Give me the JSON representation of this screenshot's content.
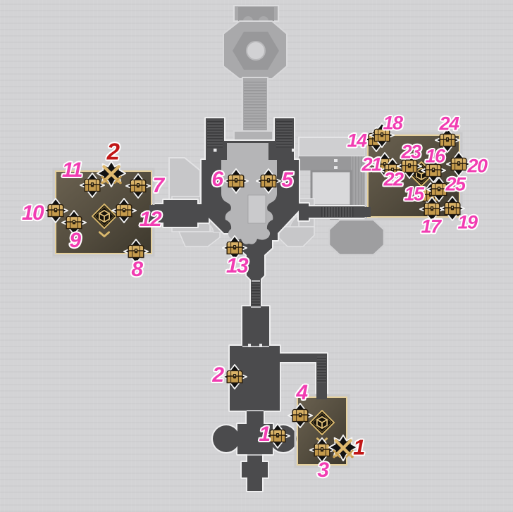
{
  "title": "Dungeon map with collectible markers",
  "colors": {
    "background": "#d3d3d5",
    "corridor_dark": "#4b4b4d",
    "corridor_outline": "#eeeeef",
    "upper_floor": "#a9a9ab",
    "room_interior_dark": "#4a4336",
    "room_border_tan": "#e4cf9b",
    "room_border_gray": "#c9c9cb",
    "chest_gold": "#d9b267",
    "chest_label_pink": "#f13db2",
    "battle_label_red": "#c11616",
    "marker_outline_white": "#f5f5f5"
  },
  "legend": {
    "chest_icon": "treasure-chest",
    "battle_icon": "crossed-swords",
    "puzzle_icon": "cube-in-diamond"
  },
  "markers": {
    "chests": [
      {
        "n": "1",
        "icon": [
          394,
          619
        ],
        "label": [
          375,
          617
        ],
        "size": 30
      },
      {
        "n": "2",
        "icon": [
          333,
          535
        ],
        "label": [
          309,
          533
        ],
        "size": 30
      },
      {
        "n": "3",
        "icon": [
          457,
          639
        ],
        "label": [
          458,
          668
        ],
        "size": 30
      },
      {
        "n": "4",
        "icon": [
          426,
          590
        ],
        "label": [
          428,
          558
        ],
        "size": 30
      },
      {
        "n": "5",
        "icon": [
          381,
          257
        ],
        "label": [
          407,
          256
        ],
        "size": 30
      },
      {
        "n": "6",
        "icon": [
          335,
          257
        ],
        "label": [
          308,
          255
        ],
        "size": 30
      },
      {
        "n": "7",
        "icon": [
          196,
          264
        ],
        "label": [
          224,
          264
        ],
        "size": 30
      },
      {
        "n": "8",
        "icon": [
          193,
          357
        ],
        "label": [
          194,
          383
        ],
        "size": 30
      },
      {
        "n": "9",
        "icon": [
          105,
          316
        ],
        "label": [
          106,
          342
        ],
        "size": 30
      },
      {
        "n": "10",
        "icon": [
          79,
          299
        ],
        "label": [
          46,
          303
        ],
        "size": 30
      },
      {
        "n": "11",
        "icon": [
          131,
          263
        ],
        "label": [
          102,
          242
        ],
        "size": 30
      },
      {
        "n": "12",
        "icon": [
          176,
          299
        ],
        "label": [
          213,
          312
        ],
        "size": 30
      },
      {
        "n": "13",
        "icon": [
          333,
          352
        ],
        "label": [
          336,
          378
        ],
        "size": 30
      },
      {
        "n": "14",
        "icon": [
          534,
          198
        ],
        "label": [
          506,
          200
        ],
        "size": 27
      },
      {
        "n": "15",
        "icon": [
          611,
          277
        ],
        "label": [
          587,
          276
        ],
        "size": 27
      },
      {
        "n": "16",
        "icon": [
          615,
          242
        ],
        "label": [
          617,
          222
        ],
        "size": 27
      },
      {
        "n": "17",
        "icon": [
          613,
          297
        ],
        "label": [
          611,
          322
        ],
        "size": 27
      },
      {
        "n": "18",
        "icon": [
          542,
          192
        ],
        "label": [
          557,
          175
        ],
        "size": 27
      },
      {
        "n": "19",
        "icon": [
          642,
          296
        ],
        "label": [
          663,
          316
        ],
        "size": 27
      },
      {
        "n": "20",
        "icon": [
          651,
          233
        ],
        "label": [
          677,
          236
        ],
        "size": 27
      },
      {
        "n": "21",
        "icon": [
          546,
          234
        ],
        "label": [
          527,
          234
        ],
        "size": 27
      },
      {
        "n": "22",
        "icon": [
          557,
          242
        ],
        "label": [
          558,
          255
        ],
        "size": 27
      },
      {
        "n": "23",
        "icon": [
          581,
          236
        ],
        "label": [
          583,
          216
        ],
        "size": 27
      },
      {
        "n": "24",
        "icon": [
          635,
          199
        ],
        "label": [
          637,
          176
        ],
        "size": 27
      },
      {
        "n": "25",
        "icon": [
          623,
          269
        ],
        "label": [
          646,
          262
        ],
        "size": 27
      }
    ],
    "battles": [
      {
        "n": "1",
        "icon": [
          487,
          636
        ],
        "label": [
          509,
          635
        ],
        "size": 31
      },
      {
        "n": "2",
        "icon": [
          158,
          247
        ],
        "label": [
          160,
          215
        ],
        "size": 33
      }
    ],
    "puzzles": [
      {
        "icon": [
          148,
          307
        ]
      },
      {
        "icon": [
          598,
          247
        ]
      },
      {
        "icon": [
          457,
          600
        ]
      }
    ]
  }
}
